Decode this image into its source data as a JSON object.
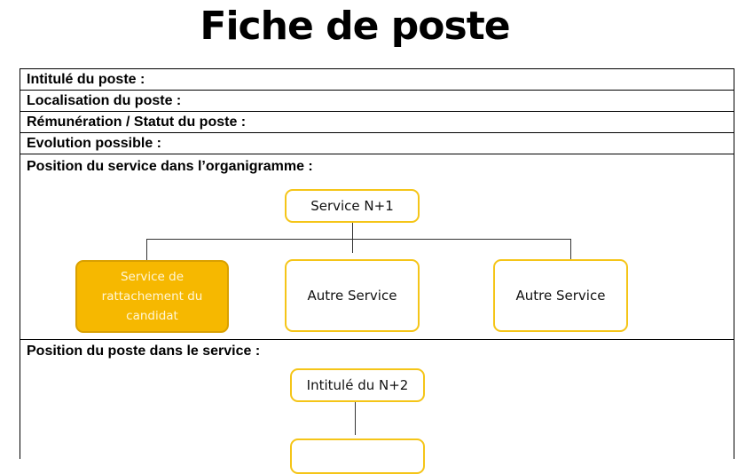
{
  "title": "Fiche de poste",
  "fields": {
    "intitule": "Intitulé du poste :",
    "localisation": "Localisation du poste :",
    "remuneration": "Rémunération / Statut du poste :",
    "evolution": "Evolution possible :"
  },
  "org_section": {
    "label": "Position du service dans l’organigramme :",
    "top_box": "Service N+1",
    "children": [
      "Service de rattachement du candidat",
      "Autre Service",
      "Autre Service"
    ]
  },
  "service_section": {
    "label": "Position du poste dans le service :",
    "top_box": "Intitulé du N+2"
  },
  "colors": {
    "accent_fill": "#f6b800",
    "accent_border": "#f5c518"
  }
}
